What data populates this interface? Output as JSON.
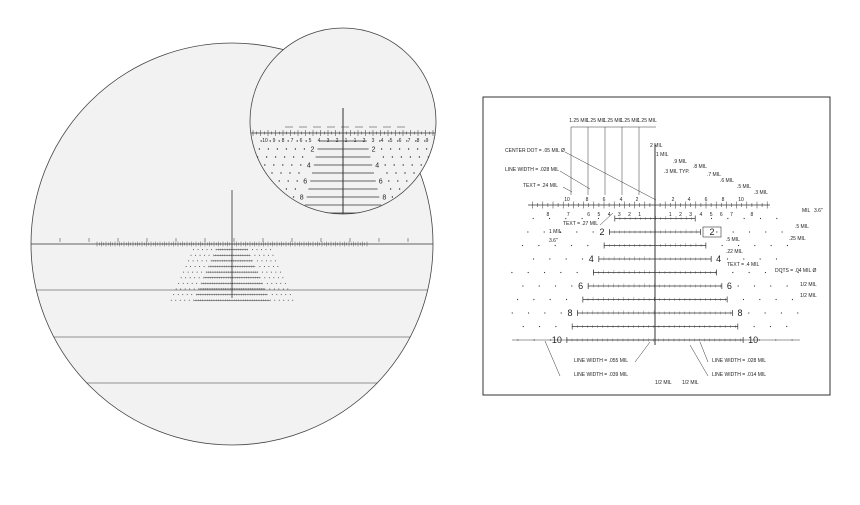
{
  "left_panel": {
    "inset_numbers": [
      "2",
      "4",
      "6",
      "8"
    ],
    "scale_numbers": [
      "10",
      "9",
      "8",
      "7",
      "6",
      "5",
      "4",
      "3",
      "2",
      "1",
      "1",
      "2",
      "3",
      "4",
      "5",
      "6",
      "7",
      "8",
      "9",
      "10"
    ]
  },
  "right_panel": {
    "spacing_labels": [
      "1.25 MIL",
      "1.25 MIL",
      "1.25 MIL",
      "1.25 MIL",
      "1.25 MIL"
    ],
    "callouts": {
      "center_dot": "CENTER DOT = .05 MIL Ø",
      "line_width_top": "LINE WIDTH = .028 MIL",
      "text_top": "TEXT = .24 MIL",
      "two_mil": "2 MIL",
      "one_mil": "1 MIL",
      "point9": ".9 MIL",
      "three_typ": ".3 MIL TYP.",
      "point8": ".8 MIL",
      "point7": ".7 MIL",
      "point6": ".6 MIL",
      "point5": ".5 MIL",
      "point3": ".3 MIL",
      "text_27": "TEXT = .27 MIL",
      "one_mil_left": "1 MIL",
      "inch": "3.6\"",
      "half_mil_right": ".5 MIL",
      "quarter_mil": ".25 MIL",
      "half_mil_box": ".5 MIL",
      "point22": ".22 MIL",
      "text_4": "TEXT = .4 MIL",
      "dots": "DOTS = .04 MIL Ø",
      "half_a": "1/2 MIL",
      "half_b": "1/2 MIL",
      "lw_055": "LINE WIDTH = .055 MIL",
      "lw_039": "LINE WIDTH = .039 MIL",
      "lw_028": "LINE WIDTH = .028 MIL",
      "lw_014": "LINE WIDTH = .014 MIL",
      "half_c": "1/2 MIL",
      "half_d": "1/2 MIL",
      "mil_vert": "MIL",
      "inch_vert": "3.6\""
    },
    "top_scale_numbers": [
      "10",
      "8",
      "6",
      "4",
      "2",
      "2",
      "4",
      "6",
      "8",
      "10"
    ],
    "bottom_scale_numbers": [
      "8",
      "7",
      "6",
      "5",
      "4",
      "3",
      "2",
      "1",
      "1",
      "2",
      "3",
      "4",
      "5",
      "6",
      "7",
      "8"
    ],
    "row_numbers": [
      "2",
      "4",
      "6",
      "8",
      "10"
    ],
    "box_label": "2"
  }
}
